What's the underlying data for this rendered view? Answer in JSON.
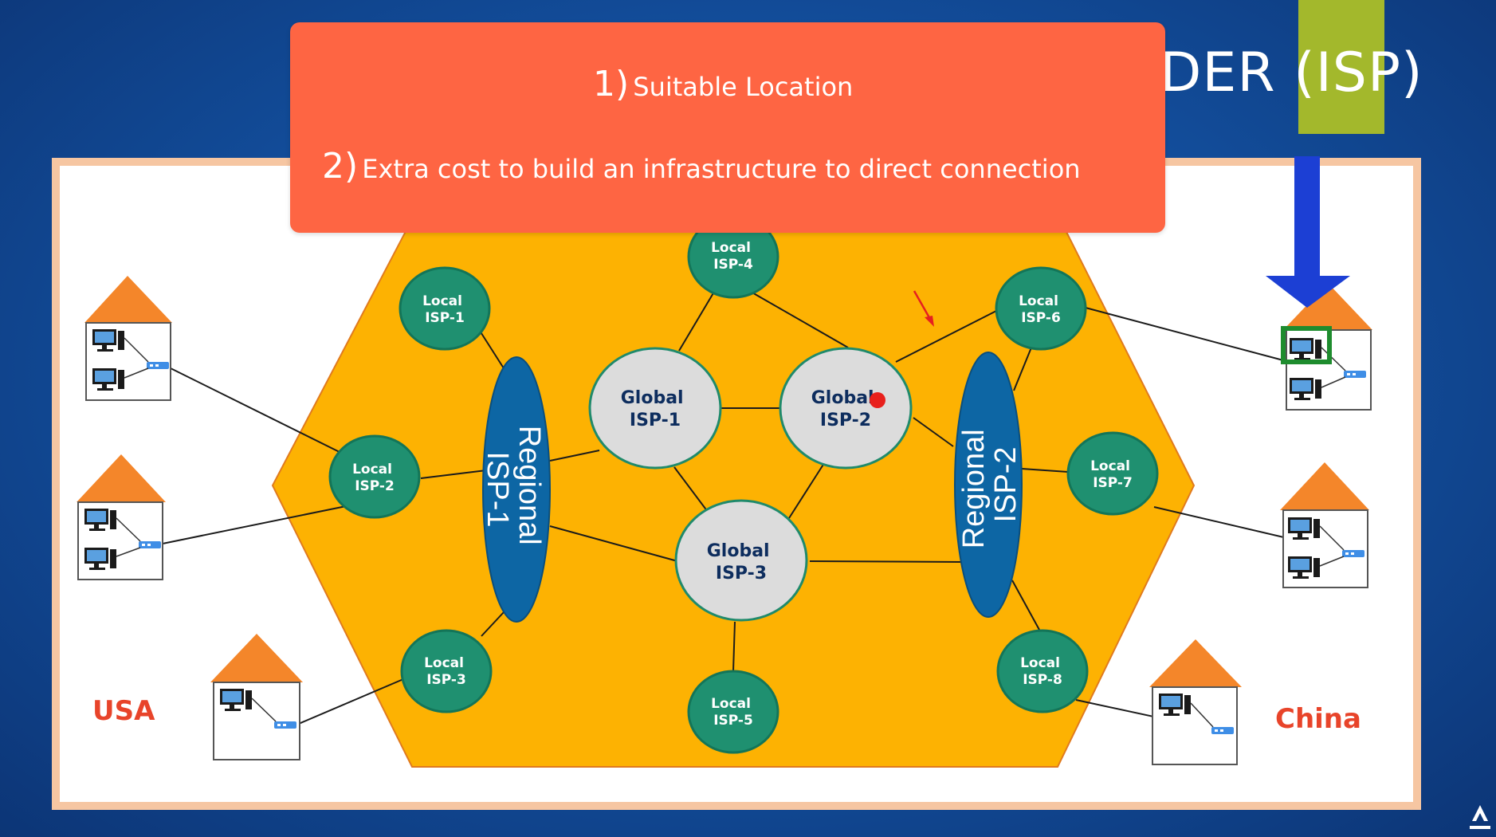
{
  "slide": {
    "title_visible": "DER (ISP)"
  },
  "callout": {
    "line1_number": "1)",
    "line1_text": "Suitable Location",
    "line2_number": "2)",
    "line2_text": "Extra cost to build an infrastructure to direct connection"
  },
  "nodes": {
    "global": [
      {
        "line1": "Global",
        "line2": "ISP-1"
      },
      {
        "line1": "Global",
        "line2": "ISP-2"
      },
      {
        "line1": "Global",
        "line2": "ISP-3"
      }
    ],
    "regional": [
      {
        "line1": "Regional",
        "line2": "ISP-1"
      },
      {
        "line1": "Regional",
        "line2": "ISP-2"
      }
    ],
    "local": [
      {
        "line1": "Local",
        "line2": "ISP-1"
      },
      {
        "line1": "Local",
        "line2": "ISP-2"
      },
      {
        "line1": "Local",
        "line2": "ISP-3"
      },
      {
        "line1": "Local",
        "line2": "ISP-4"
      },
      {
        "line1": "Local",
        "line2": "ISP-5"
      },
      {
        "line1": "Local",
        "line2": "ISP-6"
      },
      {
        "line1": "Local",
        "line2": "ISP-7"
      },
      {
        "line1": "Local",
        "line2": "ISP-8"
      }
    ]
  },
  "labels": {
    "left_country": "USA",
    "right_country": "China"
  },
  "colors": {
    "background": "#124c99",
    "callout": "#fe6543",
    "hexagon": "#fdb202",
    "local_isp": "#1f9070",
    "regional_isp": "#0d66a4",
    "global_isp": "#dcdcdc",
    "house_roof": "#f4862a",
    "country_label": "#e8442a",
    "accent_bar": "#a3b82c",
    "arrow": "#1c3fd4",
    "highlight_box": "#1e8c2e"
  }
}
